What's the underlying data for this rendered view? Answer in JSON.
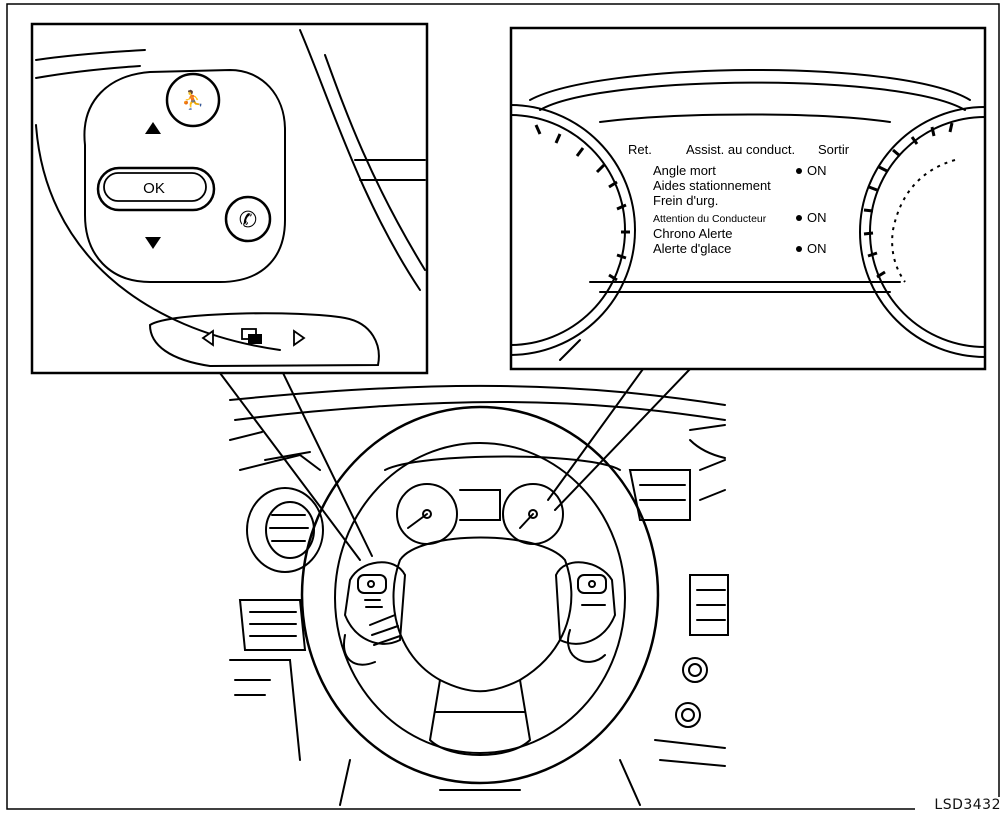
{
  "controls_callout": {
    "ok_label": "OK"
  },
  "display_callout": {
    "header": {
      "back": "Ret.",
      "title": "Assist. au conduct.",
      "exit": "Sortir"
    },
    "menu_items": [
      {
        "label": "Angle mort",
        "status": "ON",
        "has_indicator": true
      },
      {
        "label": "Aides stationnement",
        "status": "",
        "has_indicator": false
      },
      {
        "label": "Frein d'urg.",
        "status": "",
        "has_indicator": false
      },
      {
        "label": "Attention du Conducteur",
        "status": "ON",
        "has_indicator": true
      },
      {
        "label": "Chrono Alerte",
        "status": "",
        "has_indicator": false
      },
      {
        "label": "Alerte d'glace",
        "status": "ON",
        "has_indicator": true
      }
    ]
  },
  "reference_code": "LSD3432",
  "colors": {
    "line": "#000000",
    "background": "#ffffff"
  }
}
